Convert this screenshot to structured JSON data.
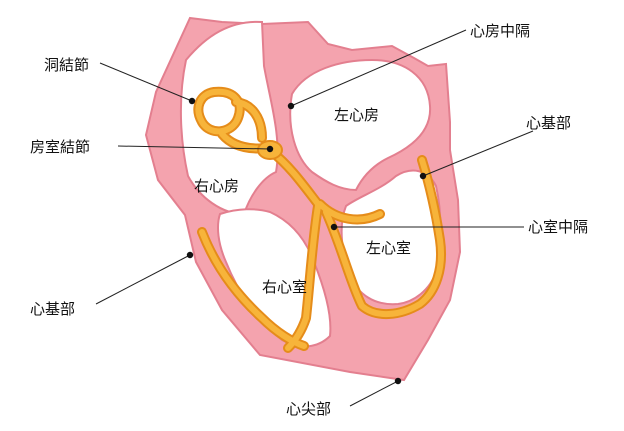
{
  "colors": {
    "wall": "#f4a3ae",
    "wall_outline": "#e37f8f",
    "chamber": "#ffffff",
    "conduction": "#f7b43a",
    "conduction_outline": "#e58c1a",
    "label": "#111111"
  },
  "labels": {
    "sa_node": "洞結節",
    "av_node": "房室結節",
    "atrial_septum": "心房中隔",
    "base_right": "心基部",
    "base_left": "心基部",
    "ventricular_septum": "心室中隔",
    "apex": "心尖部",
    "right_atrium": "右心房",
    "left_atrium": "左心房",
    "right_ventricle": "右心室",
    "left_ventricle": "左心室"
  }
}
